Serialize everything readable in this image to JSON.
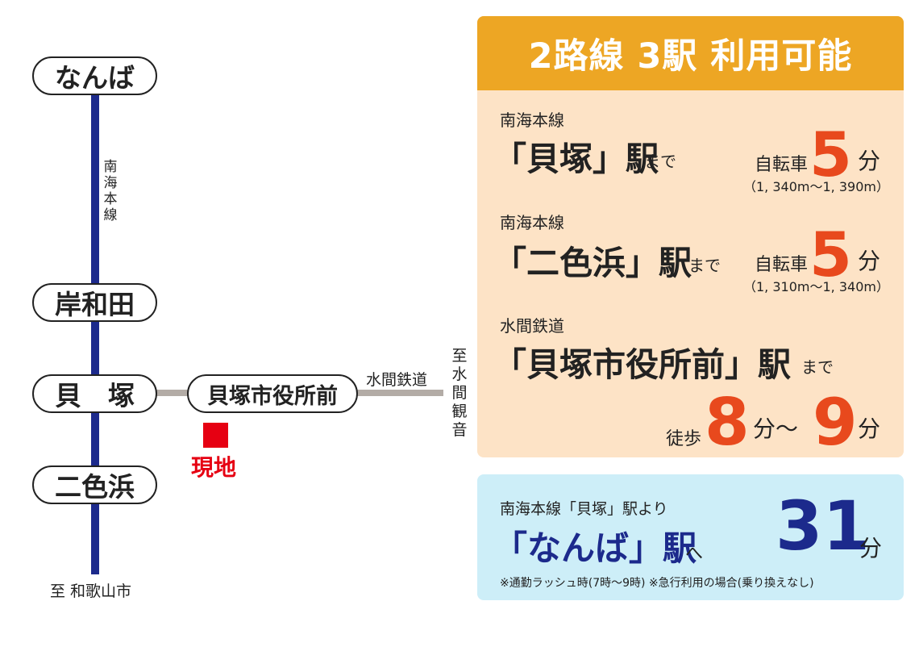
{
  "map": {
    "stations": {
      "namba": "なんば",
      "kishiwada": "岸和田",
      "kaizuka": "貝　塚",
      "nishikihama": "二色浜",
      "kaizuka_shiyakushomae": "貝塚市役所前"
    },
    "nankai_line_label": [
      "南",
      "海",
      "本",
      "線"
    ],
    "mizuma_line_label": "水間鉄道",
    "to_mizuma_kannon": [
      "至",
      "水",
      "間",
      "観",
      "音"
    ],
    "to_wakayama": "至 和歌山市",
    "site_label": "現地",
    "colors": {
      "nankai_line": "#1c2a8c",
      "mizuma_line": "#b3aca6",
      "site_marker": "#e60012"
    }
  },
  "access": {
    "header": "2路線 3駅 利用可能",
    "items": [
      {
        "line": "南海本線",
        "station": "「貝塚」駅",
        "suffix": "まで",
        "mode": "自転車",
        "minutes": "5",
        "unit": "分",
        "distance": "（1, 340m〜1, 390m）"
      },
      {
        "line": "南海本線",
        "station": "「二色浜」駅",
        "suffix": "まで",
        "mode": "自転車",
        "minutes": "5",
        "unit": "分",
        "distance": "（1, 310m〜1, 340m）"
      },
      {
        "line": "水間鉄道",
        "station": "「貝塚市役所前」駅",
        "suffix": "まで",
        "mode": "徒歩",
        "minutes_from": "8",
        "unit_from": "分〜",
        "minutes_to": "9",
        "unit_to": "分"
      }
    ],
    "colors": {
      "header_bg": "#eda624",
      "panel_bg": "#fde3c6",
      "number": "#e8491d"
    }
  },
  "namba_access": {
    "from": "南海本線「貝塚」駅より",
    "station": "「なんば」駅",
    "suffix": "へ",
    "minutes": "31",
    "unit": "分",
    "note": "※通勤ラッシュ時(7時〜9時) ※急行利用の場合(乗り換えなし)",
    "colors": {
      "panel_bg": "#cdeef8",
      "accent": "#1c2a8c"
    }
  }
}
